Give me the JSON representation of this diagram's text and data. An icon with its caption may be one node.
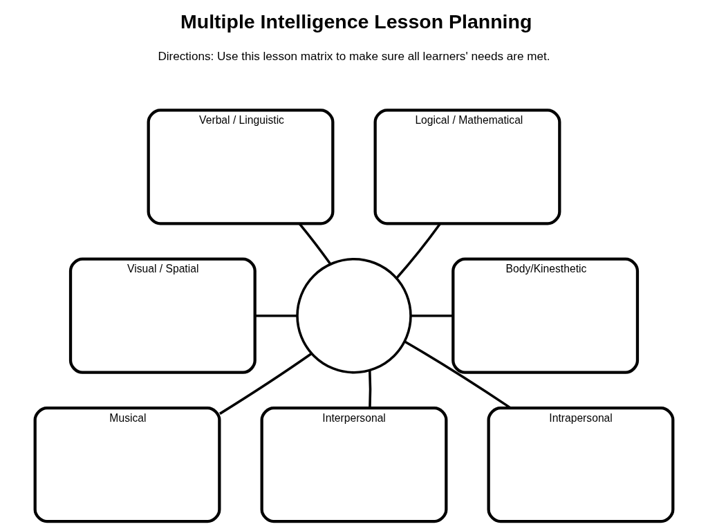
{
  "diagram": {
    "title": "Multiple Intelligence Lesson Planning",
    "nodes": [
      {
        "text": [
          "Verbal / Linguistic"
        ]
      },
      {
        "text": [
          "Logical / Mathematical"
        ]
      },
      {
        "text": [
          "Visual / Spatial"
        ]
      },
      {
        "text": [],
        "shape": "circle"
      },
      {
        "text": [
          "Body/Kinesthetic"
        ]
      },
      {
        "text": [
          "Musical"
        ]
      },
      {
        "text": [
          "Interpersonal"
        ]
      },
      {
        "text": [
          "Intrapersonal"
        ]
      }
    ],
    "edges": [
      {
        "from": 3,
        "to": 0,
        "arrow": "none"
      },
      {
        "from": 3,
        "to": 1,
        "arrow": "none"
      },
      {
        "from": 3,
        "to": 2,
        "arrow": "none"
      },
      {
        "from": 3,
        "to": 4,
        "arrow": "none"
      },
      {
        "from": 3,
        "to": 5,
        "arrow": "none"
      },
      {
        "from": 3,
        "to": 6,
        "arrow": "none"
      },
      {
        "from": 3,
        "to": 7,
        "arrow": "none"
      }
    ],
    "labels": [
      "Directions: Use this lesson matrix to make sure all learners' needs are met."
    ]
  }
}
